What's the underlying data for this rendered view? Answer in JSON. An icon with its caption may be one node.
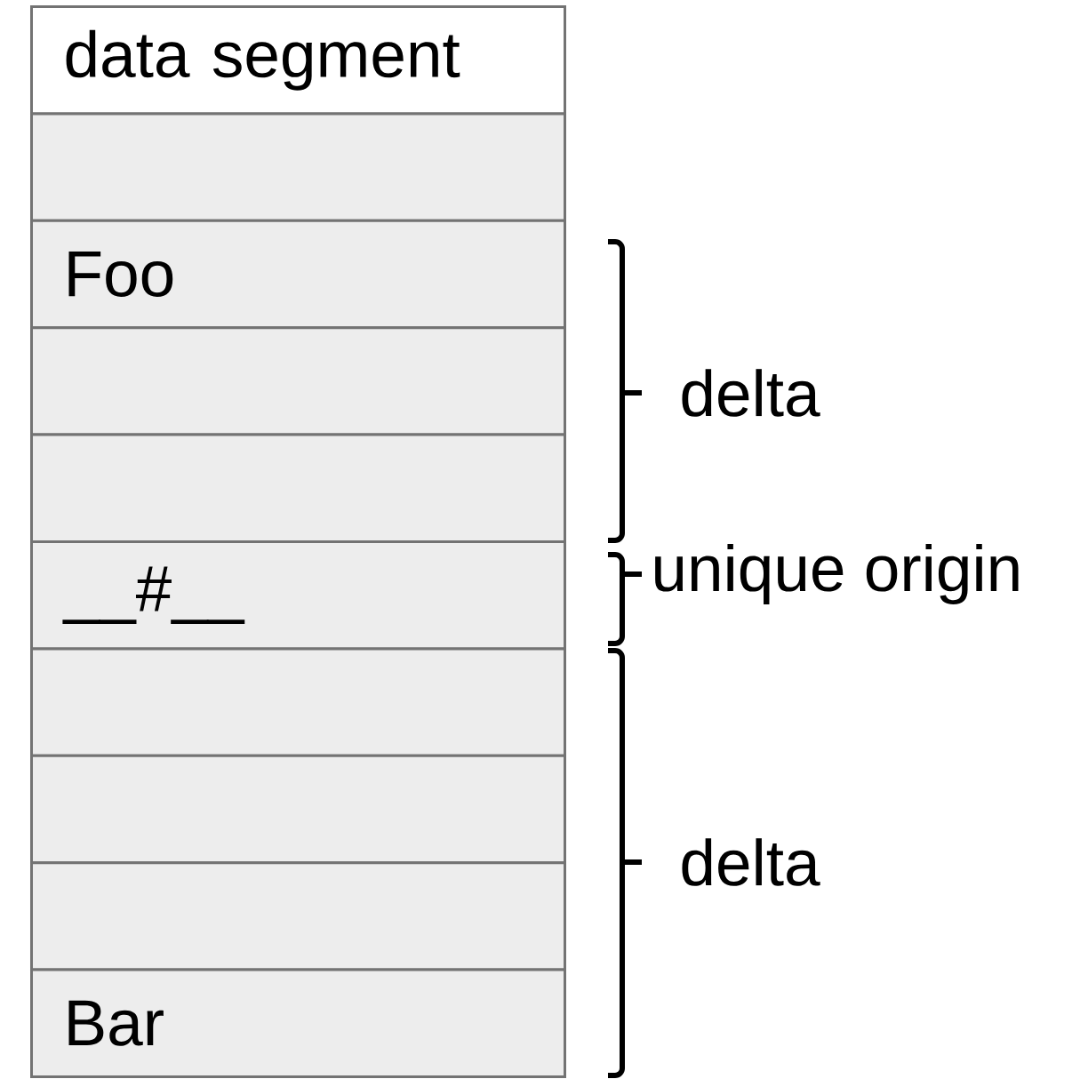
{
  "diagram": {
    "nodes": [
      {
        "text": [
          "data segment"
        ]
      },
      {
        "text": [],
        "shape": "box"
      },
      {
        "text": [
          "Foo"
        ]
      },
      {
        "text": [],
        "shape": "box"
      },
      {
        "text": [],
        "shape": "box"
      },
      {
        "text": [
          "__#__"
        ]
      },
      {
        "text": [],
        "shape": "box"
      },
      {
        "text": [],
        "shape": "box"
      },
      {
        "text": [],
        "shape": "box"
      },
      {
        "text": [
          "Bar"
        ]
      }
    ],
    "labels": [
      "delta",
      "unique origin",
      "delta"
    ]
  }
}
